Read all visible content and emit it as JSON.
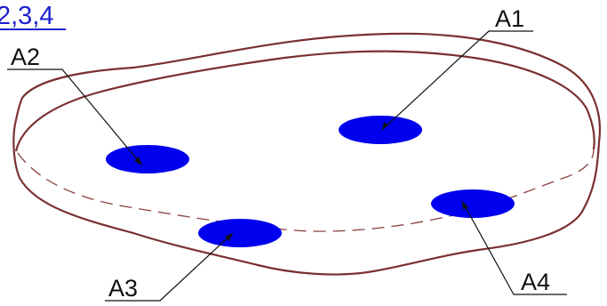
{
  "colors": {
    "outline": "#7a3030",
    "dashed": "#8a4040",
    "spot": "#0000ee",
    "leader": "#111111",
    "title": "#2020d0"
  },
  "title": "2,3,4",
  "labels": {
    "a1": "A1",
    "a2": "A2",
    "a3": "A3",
    "a4": "A4"
  }
}
